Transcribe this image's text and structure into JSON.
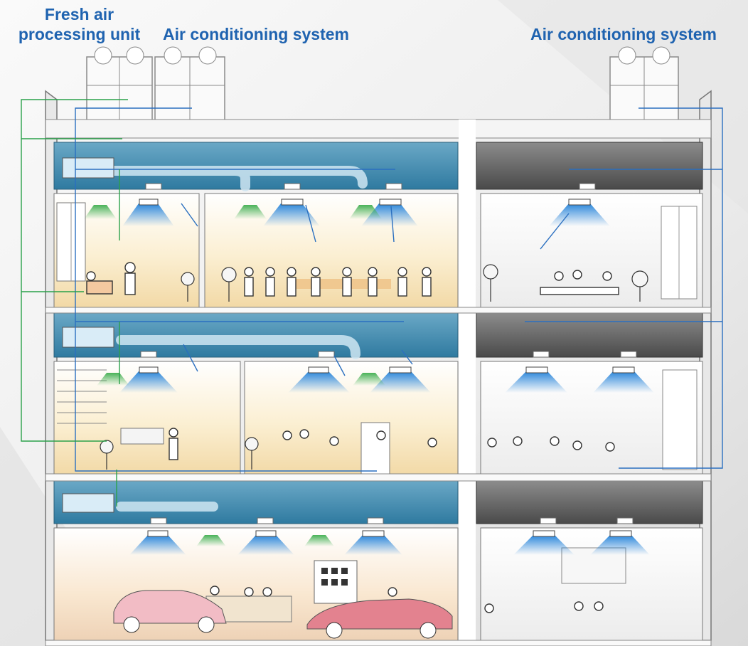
{
  "labels": {
    "fresh_air_line1": "Fresh air",
    "fresh_air_line2": "processing unit",
    "ac_left": "Air conditioning system",
    "ac_right": "Air conditioning system"
  },
  "colors": {
    "label_blue": "#1f63b0",
    "duct_blue": "#3a85a8",
    "duct_gray": "#5c5c5c",
    "pipe_blue": "#2a6fc0",
    "pipe_green": "#2aa14a",
    "airflow_blue": "#2e86d6",
    "airflow_green": "#5cb85c",
    "room_warm": "#f6e2b8",
    "room_cool": "#f3f3f3"
  }
}
